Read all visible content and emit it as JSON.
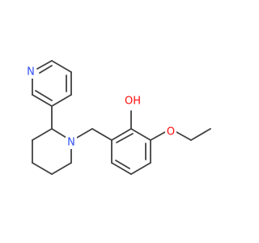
{
  "molecule": {
    "atoms": [
      {
        "id": "n_pyridine",
        "label": "N",
        "color": "#3050F8"
      },
      {
        "id": "n_piperidine",
        "label": "N",
        "color": "#3050F8"
      },
      {
        "id": "o_hydroxyl",
        "label": "OH",
        "color": "#FF0D0D"
      },
      {
        "id": "o_ether",
        "label": "O",
        "color": "#FF0D0D"
      }
    ],
    "bond_color": "#404040"
  }
}
